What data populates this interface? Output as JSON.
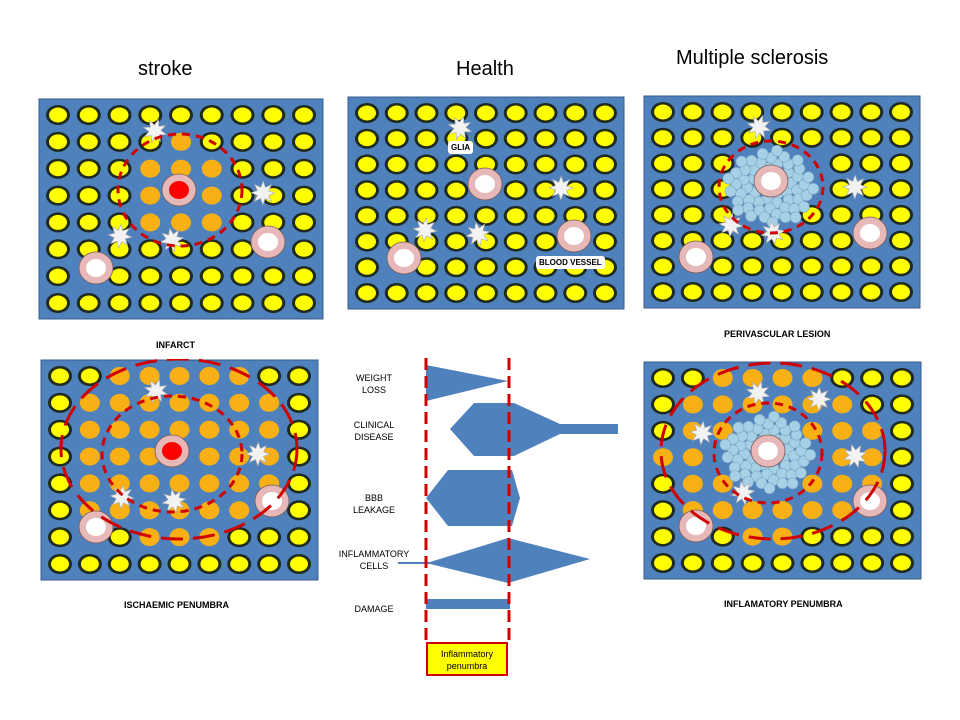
{
  "titles": {
    "stroke": "stroke",
    "health": "Health",
    "ms": "Multiple sclerosis"
  },
  "captions": {
    "infarct": "INFARCT",
    "perivascular": "PERIVASCULAR LESION",
    "ischaemic": "ISCHAEMIC PENUMBRA",
    "inflammatory": "INFLAMATORY PENUMBRA"
  },
  "labels": {
    "glia": "GLIA",
    "blood_vessel": "BLOOD VESSEL"
  },
  "timeline": {
    "rows": [
      {
        "line1": "WEIGHT",
        "line2": "LOSS"
      },
      {
        "line1": "CLINICAL",
        "line2": "DISEASE"
      },
      {
        "line1": "BBB",
        "line2": "LEAKAGE"
      },
      {
        "line1": "INFLAMMATORY",
        "line2": "CELLS"
      },
      {
        "line1": "DAMAGE",
        "line2": ""
      }
    ],
    "window_line1": "Inflammatory",
    "window_line2": "penumbra"
  },
  "colors": {
    "panel_bg": "#4f81bd",
    "neuron": "#ffff00",
    "neuron_ring": "#1f2a20",
    "affected": "#f9b014",
    "vessel_ring": "#e6b9b8",
    "infarct_core": "#ff0000",
    "immune_cell": "#a6d0e6",
    "dashed_line": "#d00000",
    "shape_fill": "#4f81bd"
  }
}
